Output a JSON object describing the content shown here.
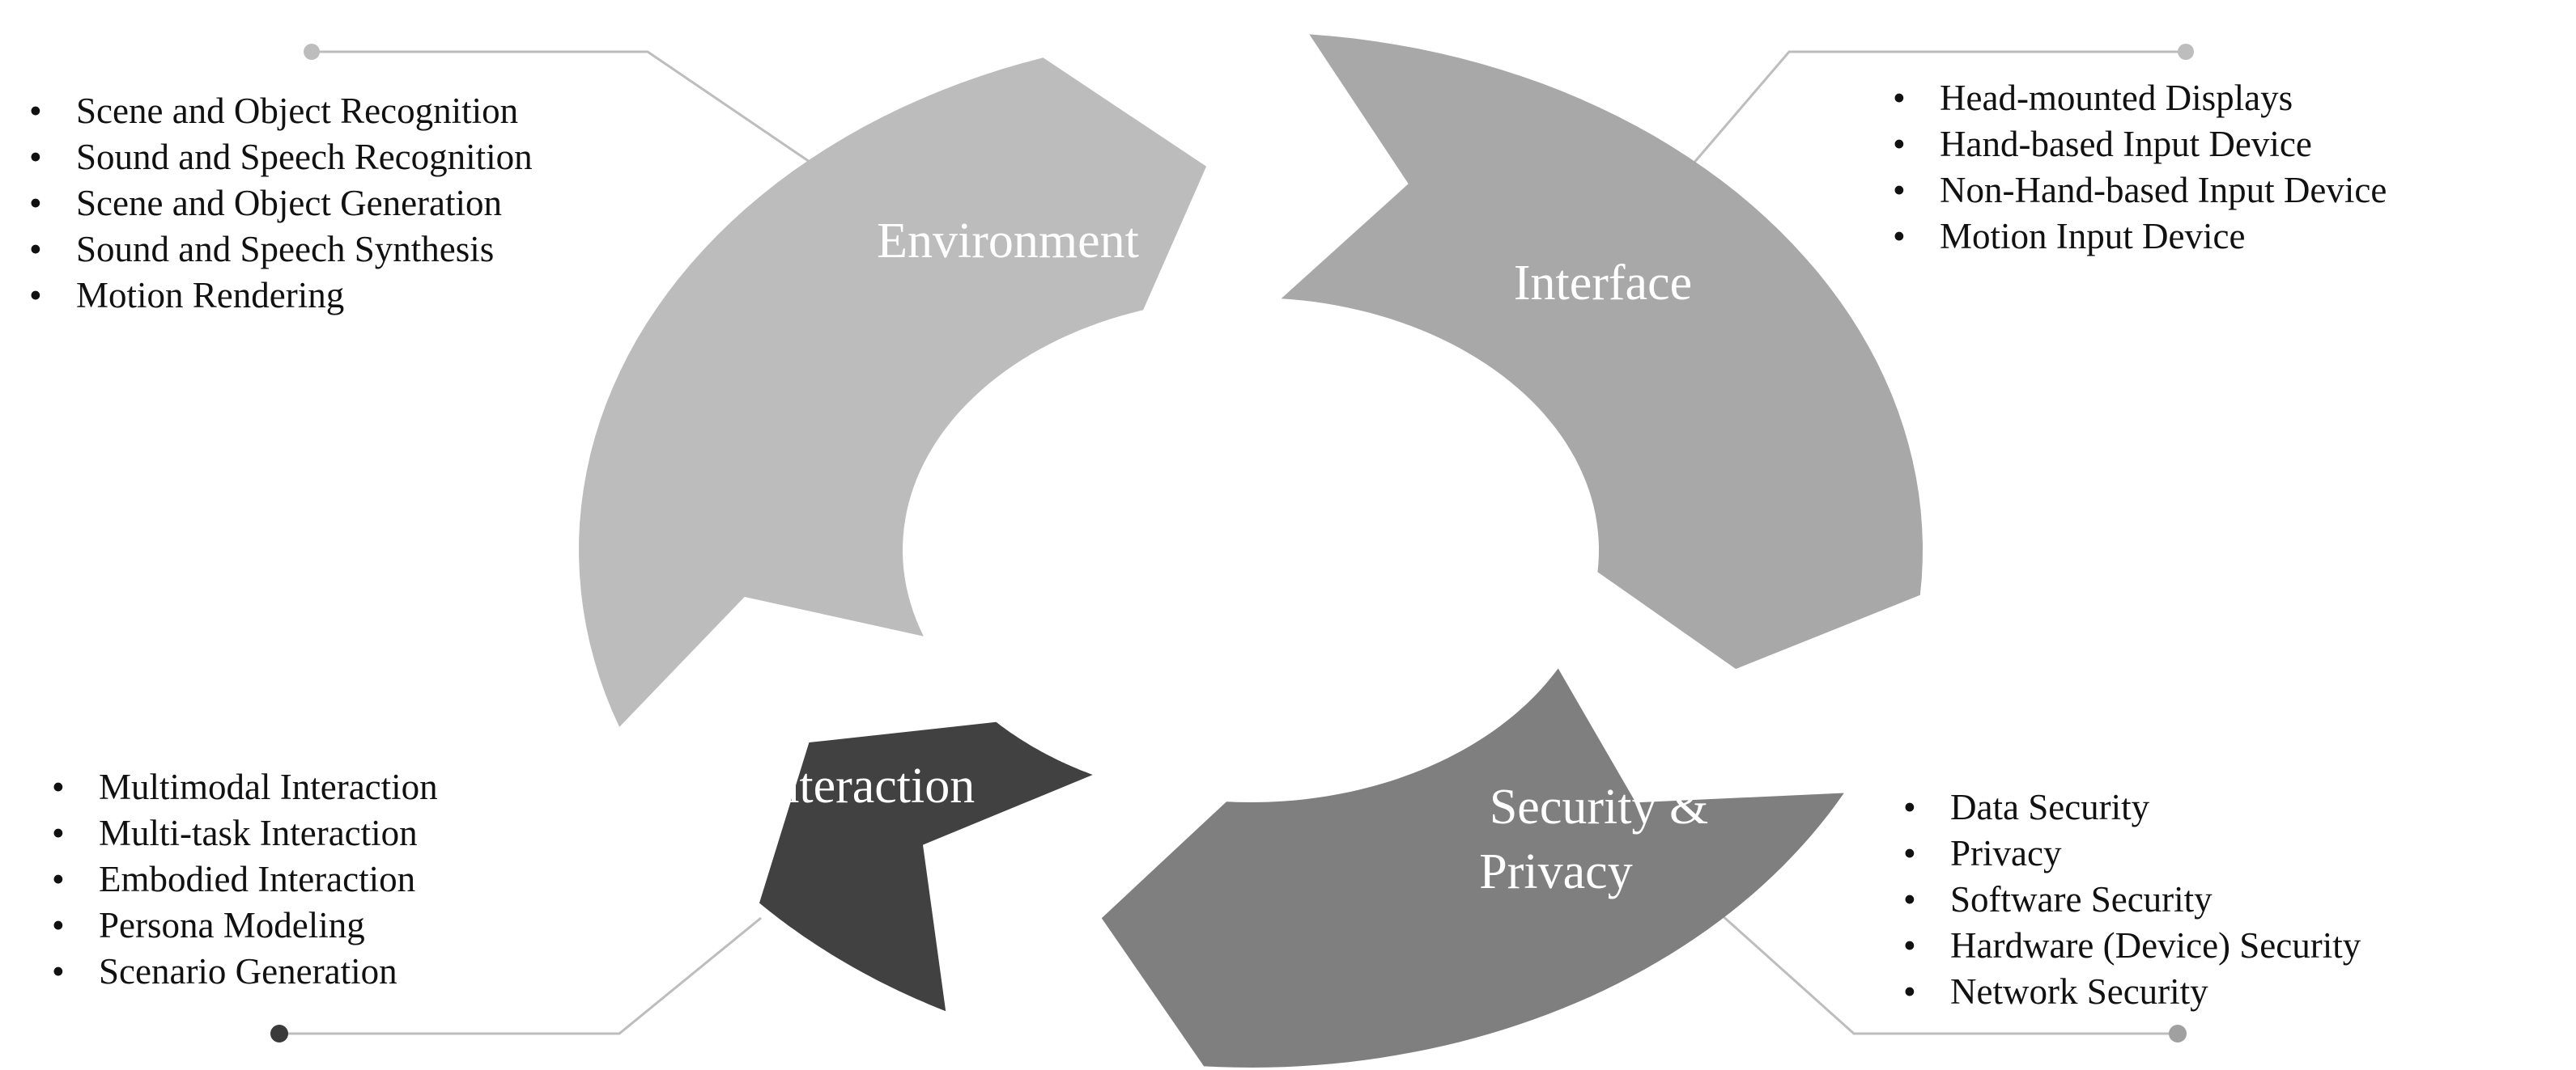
{
  "segments": {
    "environment": {
      "label": "Environment",
      "color": "#bcbcbc"
    },
    "interface": {
      "label": "Interface",
      "color": "#a8a8a8"
    },
    "security": {
      "label_line1": "Security &",
      "label_line2": "Privacy",
      "color": "#7f7f7f"
    },
    "interaction": {
      "label": "Interaction",
      "color": "#414141"
    }
  },
  "lists": {
    "environment": [
      "Scene and Object Recognition",
      "Sound and Speech Recognition",
      "Scene and Object Generation",
      "Sound and Speech Synthesis",
      "Motion Rendering"
    ],
    "interface": [
      "Head-mounted Displays",
      "Hand-based Input Device",
      "Non-Hand-based Input Device",
      "Motion Input Device"
    ],
    "interaction": [
      "Multimodal Interaction",
      "Multi-task Interaction",
      "Embodied Interaction",
      "Persona Modeling",
      "Scenario Generation"
    ],
    "security": [
      "Data Security",
      "Privacy",
      "Software Security",
      "Hardware (Device) Security",
      "Network Security"
    ]
  },
  "colors": {
    "connector": "#bdbdbd",
    "connector_dot": "#a0a0a0",
    "dark_dot": "#3a3a3a"
  }
}
